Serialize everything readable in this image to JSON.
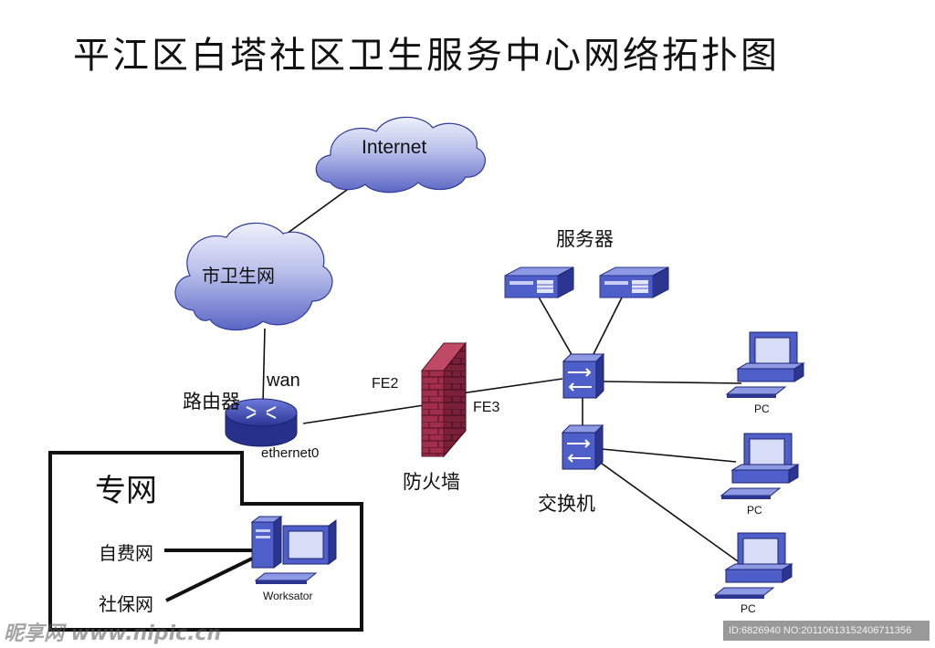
{
  "title": "平江区白塔社区卫生服务中心网络拓扑图",
  "clouds": {
    "internet": "Internet",
    "city_health_net": "市卫生网"
  },
  "router": {
    "label": "路由器",
    "wan_port": "wan",
    "lan_port": "ethernet0"
  },
  "firewall": {
    "label": "防火墙",
    "port_in": "FE2",
    "port_out": "FE3"
  },
  "servers": {
    "label": "服务器"
  },
  "switch": {
    "label": "交换机"
  },
  "pcs": [
    "PC",
    "PC",
    "PC"
  ],
  "private_net": {
    "label": "专网",
    "links": [
      "自费网",
      "社保网"
    ],
    "workstation": "Worksator"
  },
  "watermark": {
    "site": "昵享网 www.nipic.cn",
    "id_text": "ID:6826940 NO:20110613152406711356"
  },
  "colors": {
    "device_blue": "#4f5fc9",
    "device_dark": "#2c3590",
    "cloud_fill": "#b8bfe8",
    "firewall_red": "#a2324f"
  }
}
